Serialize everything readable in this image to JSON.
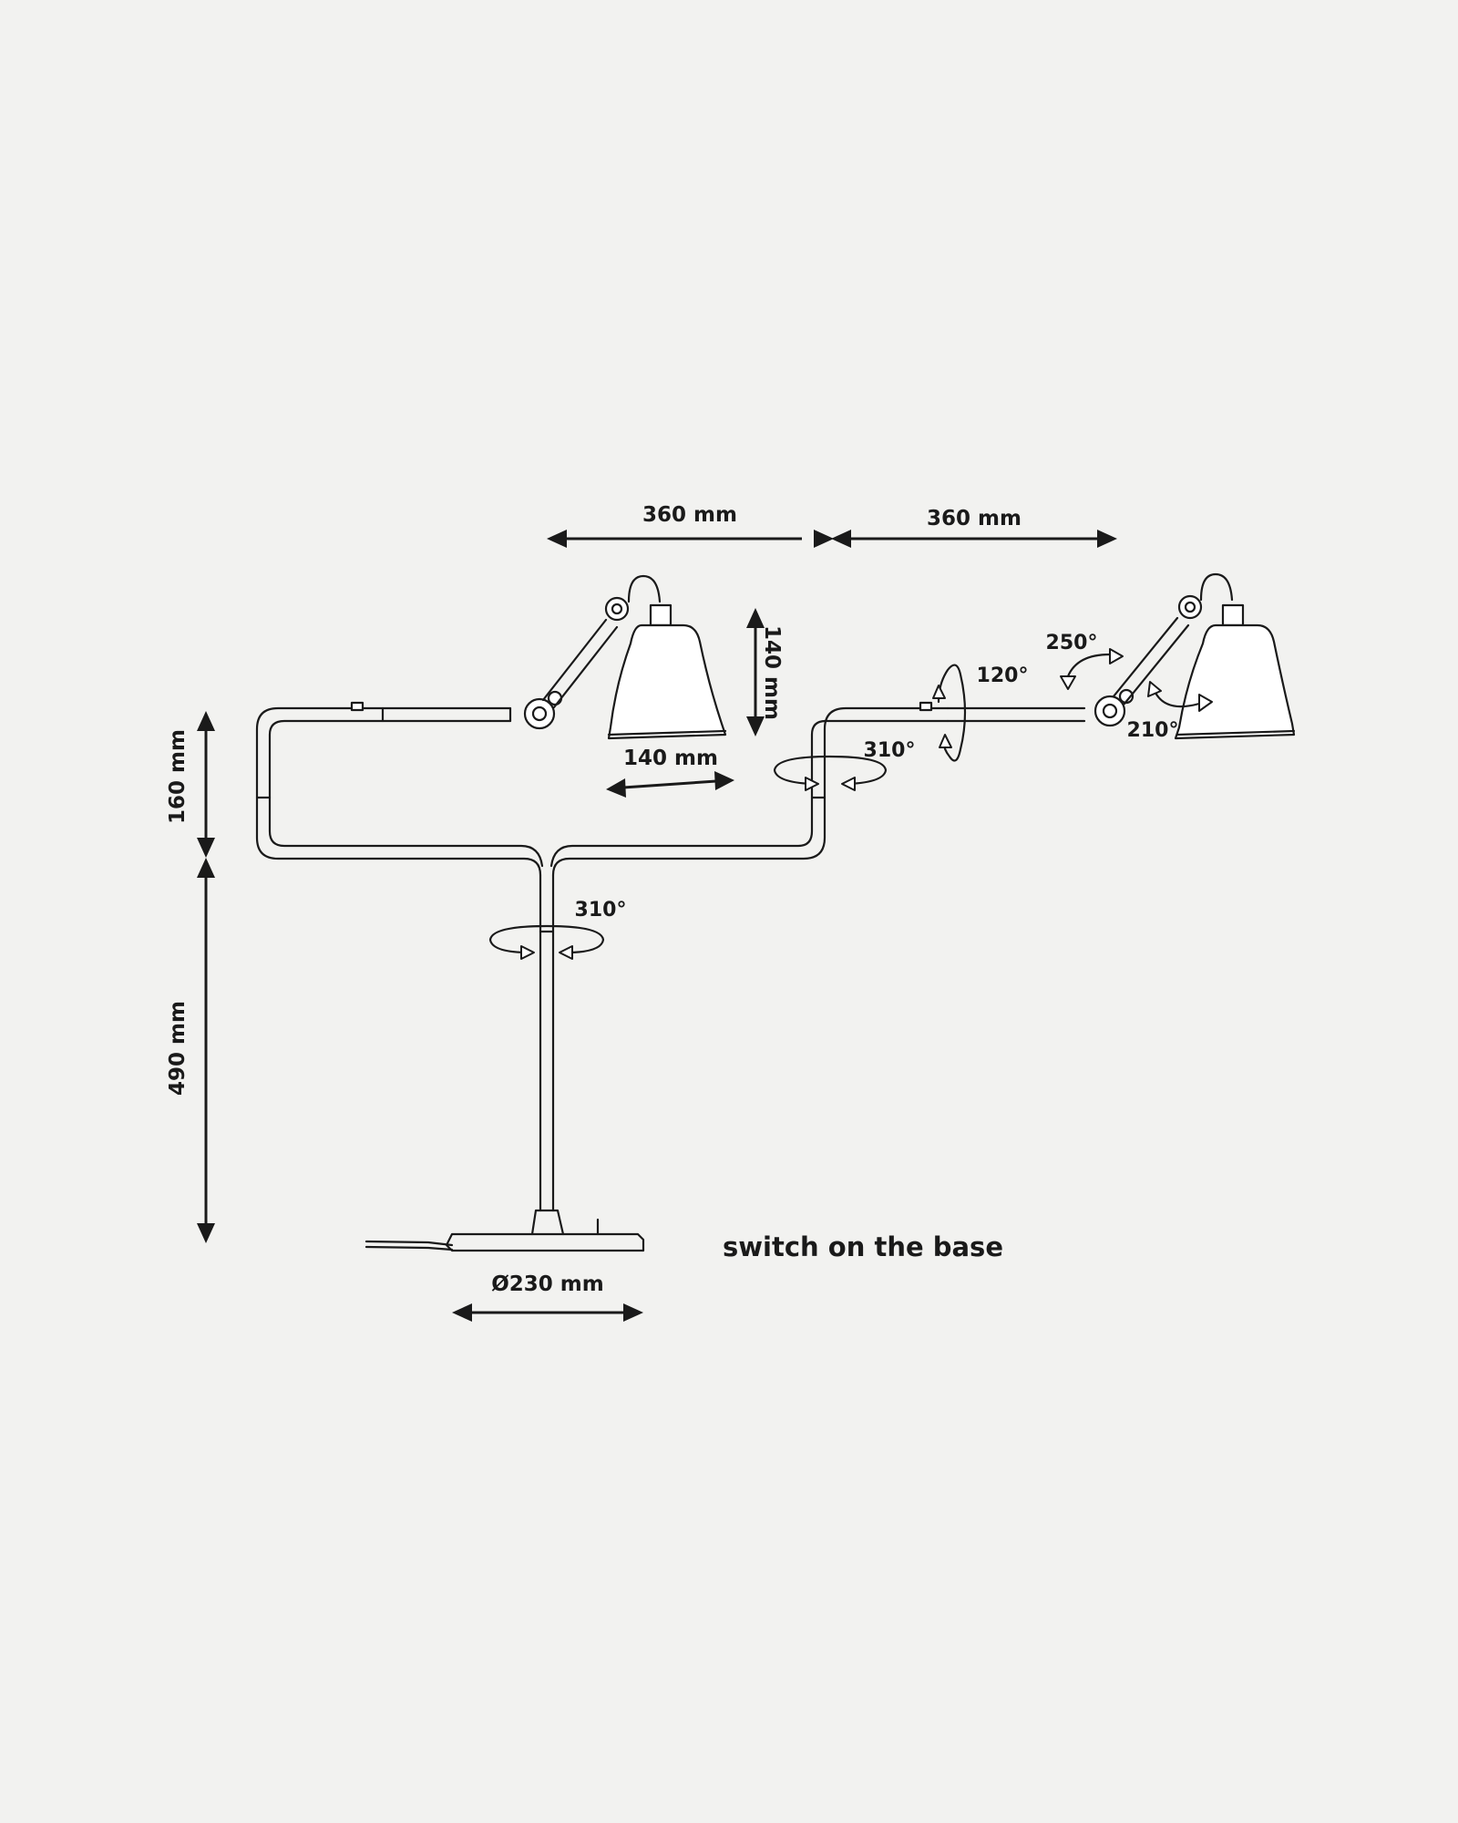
{
  "dimensions": {
    "arm_left_width": "360 mm",
    "arm_right_width": "360 mm",
    "shade_height": "140 mm",
    "shade_width": "140 mm",
    "arm_offset_height": "160 mm",
    "stem_height": "490 mm",
    "base_diameter": "Ø230 mm"
  },
  "rotations": {
    "shade_tilt_upper": "250°",
    "shade_tilt_lower": "210°",
    "arm_vertical": "120°",
    "arm_horizontal": "310°",
    "stem_horizontal": "310°"
  },
  "note": "switch on the base",
  "colors": {
    "ink": "#1a1a1a",
    "background": "#f2f2f0"
  }
}
